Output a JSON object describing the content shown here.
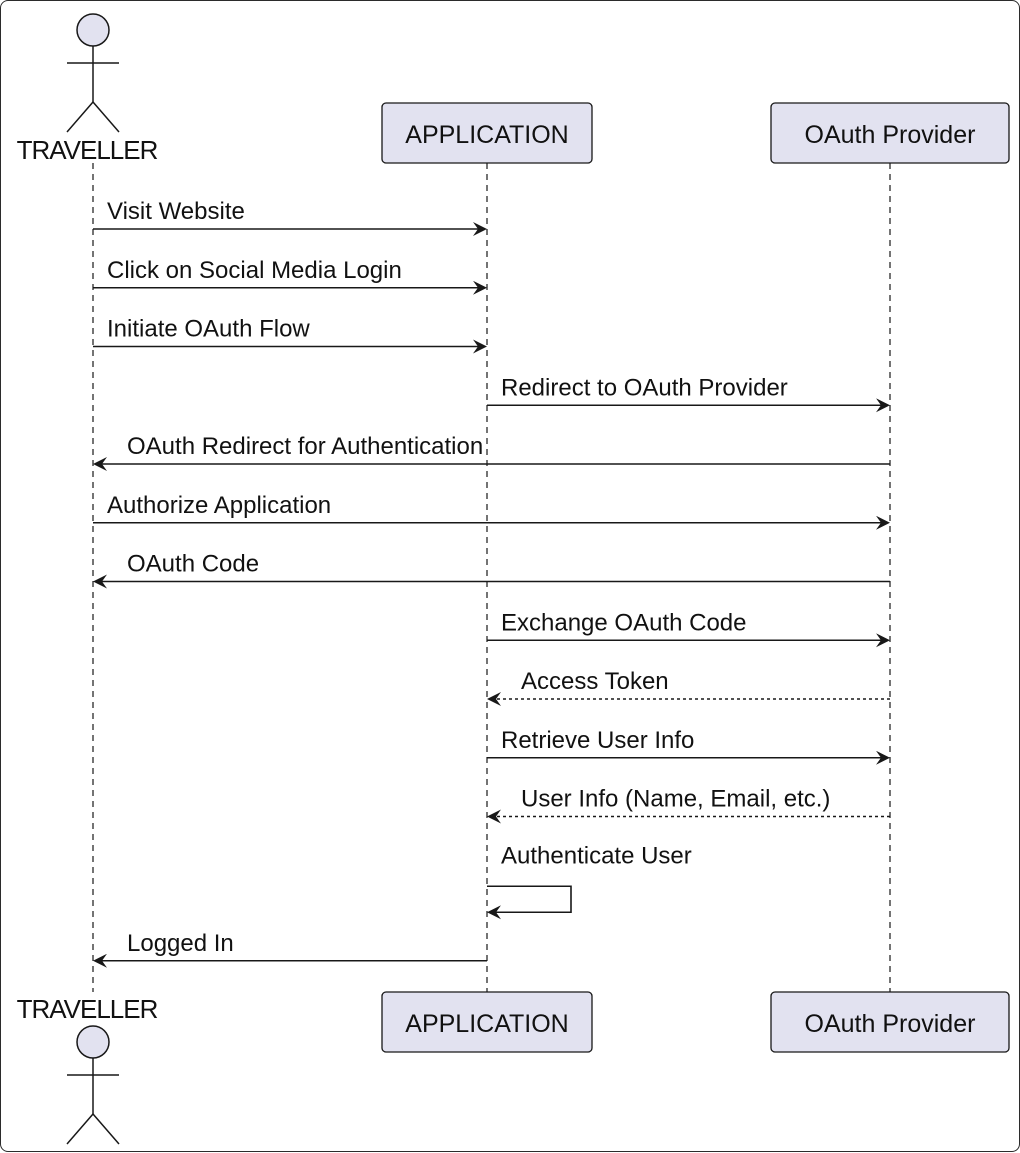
{
  "participants": [
    {
      "id": "traveller",
      "label": "TRAVELLER",
      "kind": "actor"
    },
    {
      "id": "application",
      "label": "APPLICATION",
      "kind": "box"
    },
    {
      "id": "oauth",
      "label": "OAuth Provider",
      "kind": "box"
    }
  ],
  "messages": [
    {
      "from": "traveller",
      "to": "application",
      "label": "Visit Website",
      "style": "solid"
    },
    {
      "from": "traveller",
      "to": "application",
      "label": "Click on Social Media Login",
      "style": "solid"
    },
    {
      "from": "traveller",
      "to": "application",
      "label": "Initiate OAuth Flow",
      "style": "solid"
    },
    {
      "from": "application",
      "to": "oauth",
      "label": "Redirect to OAuth Provider",
      "style": "solid"
    },
    {
      "from": "oauth",
      "to": "traveller",
      "label": "OAuth Redirect for Authentication",
      "style": "solid"
    },
    {
      "from": "traveller",
      "to": "oauth",
      "label": "Authorize Application",
      "style": "solid"
    },
    {
      "from": "oauth",
      "to": "traveller",
      "label": "OAuth Code",
      "style": "solid"
    },
    {
      "from": "application",
      "to": "oauth",
      "label": "Exchange OAuth Code",
      "style": "solid"
    },
    {
      "from": "oauth",
      "to": "application",
      "label": "Access Token",
      "style": "dashed"
    },
    {
      "from": "application",
      "to": "oauth",
      "label": "Retrieve User Info",
      "style": "solid"
    },
    {
      "from": "oauth",
      "to": "application",
      "label": "User Info (Name, Email, etc.)",
      "style": "dashed"
    },
    {
      "from": "application",
      "to": "application",
      "label": "Authenticate User",
      "style": "self"
    },
    {
      "from": "application",
      "to": "traveller",
      "label": "Logged In",
      "style": "solid"
    }
  ],
  "colors": {
    "participant_fill": "#e2e2f0",
    "participant_stroke": "#181818",
    "line": "#181818",
    "lifeline": "#181818"
  }
}
